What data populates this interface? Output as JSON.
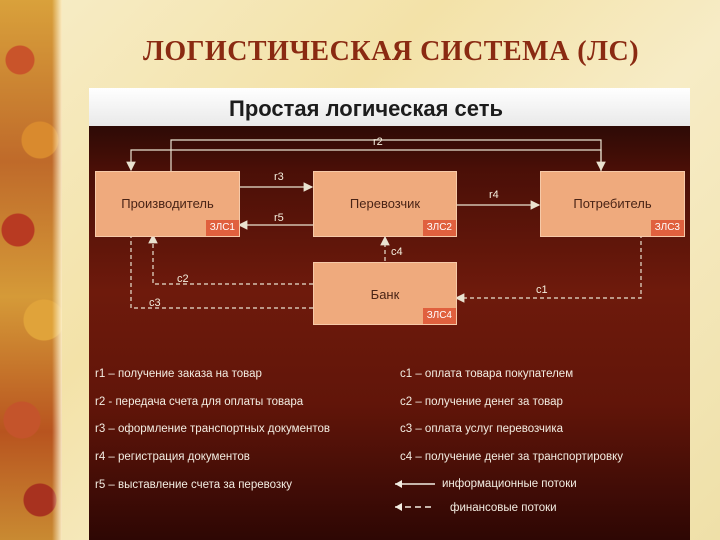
{
  "slide_title": "ЛОГИСТИЧЕСКАЯ СИСТЕМА (ЛС)",
  "panel_title": "Простая логическая сеть",
  "nodes": {
    "producer": {
      "label": "Производитель",
      "tag": "ЗЛС1"
    },
    "carrier": {
      "label": "Перевозчик",
      "tag": "ЗЛС2"
    },
    "consumer": {
      "label": "Потребитель",
      "tag": "ЗЛС3"
    },
    "bank": {
      "label": "Банк",
      "tag": "ЗЛС4"
    }
  },
  "flow_labels": {
    "r2": "r2",
    "r3": "r3",
    "r5": "r5",
    "r4": "r4",
    "c4": "c4",
    "c2": "c2",
    "c3": "c3",
    "c1": "c1"
  },
  "legend": {
    "left": [
      "r1 – получение заказа на товар",
      "r2 - передача счета для оплаты товара",
      "r3 – оформление транспортных документов",
      "r4 – регистрация документов",
      "r5 – выставление счета за перевозку"
    ],
    "right": [
      "c1 – оплата товара покупателем",
      "c2 – получение денег за товар",
      "c3 – оплата услуг перевозчика",
      "c4 – получение денег за транспортировку"
    ],
    "info_flows": "информационные потоки",
    "fin_flows": "финансовые потоки"
  },
  "colors": {
    "node_fill": "#efaa7d",
    "tag_fill": "#e0603e",
    "title": "#8a2a12"
  }
}
